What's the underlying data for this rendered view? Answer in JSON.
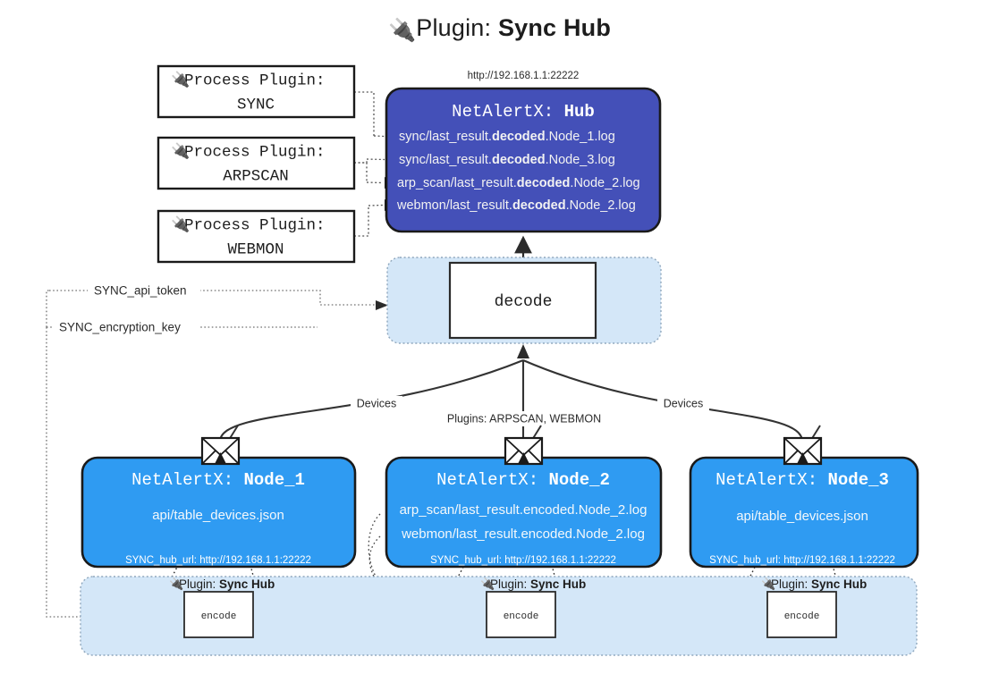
{
  "page": {
    "title_prefix": "Plugin: ",
    "title_name": "Sync Hub",
    "plug_icon": "🔌",
    "colors": {
      "hub_fill": "#4450b8",
      "node_fill": "#2f9bf2",
      "band_fill": "#d4e7f8",
      "white": "#ffffff",
      "stroke": "#1a1a1a",
      "text_dark": "#2b2b2b"
    }
  },
  "process_plugins": [
    {
      "heading": "Process Plugin:",
      "name": "SYNC"
    },
    {
      "heading": "Process Plugin:",
      "name": "ARPSCAN"
    },
    {
      "heading": "Process Plugin:",
      "name": "WEBMON"
    }
  ],
  "hub": {
    "url": "http://192.168.1.1:22222",
    "title_prefix": "NetAlertX: ",
    "title_name": "Hub",
    "logs": [
      {
        "pre": "sync/last_result.",
        "mid": "decoded",
        "post": ".Node_1.log"
      },
      {
        "pre": "sync/last_result.",
        "mid": "decoded",
        "post": ".Node_3.log"
      },
      {
        "pre": "arp_scan/last_result.",
        "mid": "decoded",
        "post": ".Node_2.log"
      },
      {
        "pre": "webmon/last_result.",
        "mid": "decoded",
        "post": ".Node_2.log"
      }
    ]
  },
  "decode": {
    "label": "decode"
  },
  "secrets": [
    {
      "label": "SYNC_api_token"
    },
    {
      "label": "SYNC_encryption_key"
    }
  ],
  "edge_labels": {
    "devices_left": "Devices",
    "devices_right": "Devices",
    "plugins_center": "Plugins: ARPSCAN, WEBMON"
  },
  "nodes": [
    {
      "title_prefix": "NetAlertX: ",
      "title_name": "Node_1",
      "lines": [
        "api/table_devices.json"
      ],
      "hub_url_label": "SYNC_hub_url: http://192.168.1.1:22222"
    },
    {
      "title_prefix": "NetAlertX: ",
      "title_name": "Node_2",
      "lines": [
        "arp_scan/last_result.encoded.Node_2.log",
        "webmon/last_result.encoded.Node_2.log"
      ],
      "hub_url_label": "SYNC_hub_url: http://192.168.1.1:22222"
    },
    {
      "title_prefix": "NetAlertX: ",
      "title_name": "Node_3",
      "lines": [
        "api/table_devices.json"
      ],
      "hub_url_label": "SYNC_hub_url: http://192.168.1.1:22222"
    }
  ],
  "encoders": [
    {
      "plugin_prefix": "Plugin: ",
      "plugin_name": "Sync Hub",
      "box_label": "encode"
    },
    {
      "plugin_prefix": "Plugin: ",
      "plugin_name": "Sync Hub",
      "box_label": "encode"
    },
    {
      "plugin_prefix": "Plugin: ",
      "plugin_name": "Sync Hub",
      "box_label": "encode"
    }
  ]
}
